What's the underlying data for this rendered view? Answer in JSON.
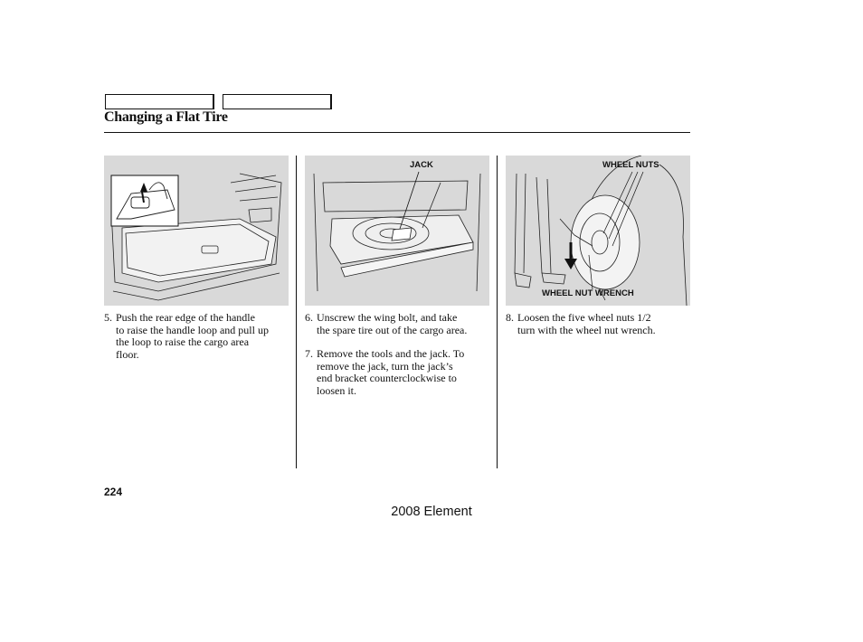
{
  "header": {
    "nav_buttons": [
      "",
      ""
    ],
    "title": "Changing a Flat Tire"
  },
  "figures": [
    {
      "callouts": []
    },
    {
      "callouts": [
        "JACK"
      ]
    },
    {
      "callouts": [
        "WHEEL NUTS",
        "WHEEL NUT WRENCH"
      ]
    }
  ],
  "steps": [
    {
      "num": "5.",
      "lines": [
        "Push the rear edge of the handle",
        "to raise the handle loop and pull up",
        "the loop to raise the cargo area",
        "floor."
      ]
    },
    {
      "num": "6.",
      "lines": [
        "Unscrew the wing bolt, and take",
        "the spare tire out of the cargo area."
      ]
    },
    {
      "num": "7.",
      "lines": [
        "Remove the tools and the jack. To",
        "remove the jack, turn the jack’s",
        "end bracket counterclockwise to",
        "loosen it."
      ]
    },
    {
      "num": "8.",
      "lines": [
        "Loosen the five wheel nuts 1/2",
        "turn with the wheel nut wrench."
      ]
    }
  ],
  "footer": {
    "page_number": "224",
    "model": "2008  Element"
  }
}
